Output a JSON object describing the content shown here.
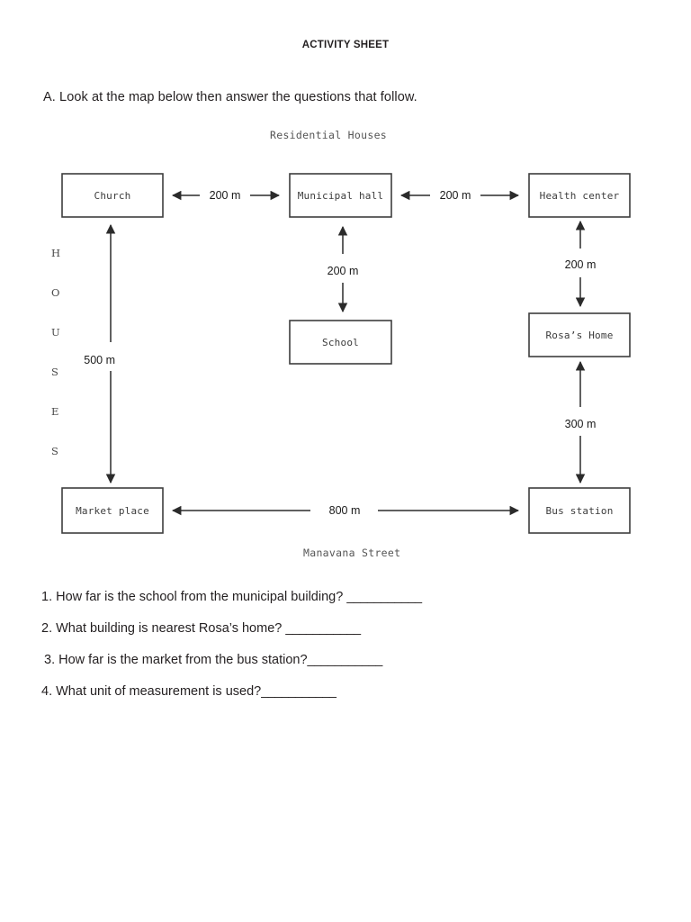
{
  "document": {
    "title": "ACTIVITY SHEET",
    "instruction": "A. Look at the map below then answer the questions that follow."
  },
  "map": {
    "top_caption": "Residential Houses",
    "bottom_caption": "Manavana Street",
    "side_label_letters": [
      "H",
      "O",
      "U",
      "S",
      "E",
      "S"
    ],
    "side_label_word": "HOUSES",
    "boxes": [
      {
        "id": "church",
        "label": "Church"
      },
      {
        "id": "municipal-hall",
        "label": "Municipal hall"
      },
      {
        "id": "health-center",
        "label": "Health center"
      },
      {
        "id": "school",
        "label": "School"
      },
      {
        "id": "rosas-home",
        "label": "Rosa’s Home"
      },
      {
        "id": "market-place",
        "label": "Market place"
      },
      {
        "id": "bus-station",
        "label": "Bus station"
      }
    ],
    "connections": [
      {
        "id": "church-municipal",
        "from": "church",
        "to": "municipal-hall",
        "distance": "200 m",
        "orientation": "horizontal"
      },
      {
        "id": "municipal-health",
        "from": "municipal-hall",
        "to": "health-center",
        "distance": "200 m",
        "orientation": "horizontal"
      },
      {
        "id": "municipal-school",
        "from": "municipal-hall",
        "to": "school",
        "distance": "200 m",
        "orientation": "vertical"
      },
      {
        "id": "health-rosas",
        "from": "health-center",
        "to": "rosas-home",
        "distance": "200 m",
        "orientation": "vertical"
      },
      {
        "id": "rosas-bus",
        "from": "rosas-home",
        "to": "bus-station",
        "distance": "300 m",
        "orientation": "vertical"
      },
      {
        "id": "church-market",
        "from": "church",
        "to": "market-place",
        "distance": "500 m",
        "orientation": "vertical"
      },
      {
        "id": "market-bus",
        "from": "market-place",
        "to": "bus-station",
        "distance": "800 m",
        "orientation": "horizontal"
      }
    ],
    "unit": "m"
  },
  "questions": [
    {
      "number": "1.",
      "text": "How far is the school from the municipal building?",
      "blank": "___________"
    },
    {
      "number": "2.",
      "text": "What building is nearest Rosa’s home?",
      "blank": "___________"
    },
    {
      "number": "3.",
      "text": "How far is the market from the bus station?",
      "blank": "___________"
    },
    {
      "number": "4.",
      "text": "What unit of measurement is used?",
      "blank": "___________"
    }
  ],
  "colors": {
    "ink": "#231f20",
    "box_stroke": "#3d3d3d",
    "arrow": "#2b2b2b",
    "page_background": "#ffffff"
  }
}
